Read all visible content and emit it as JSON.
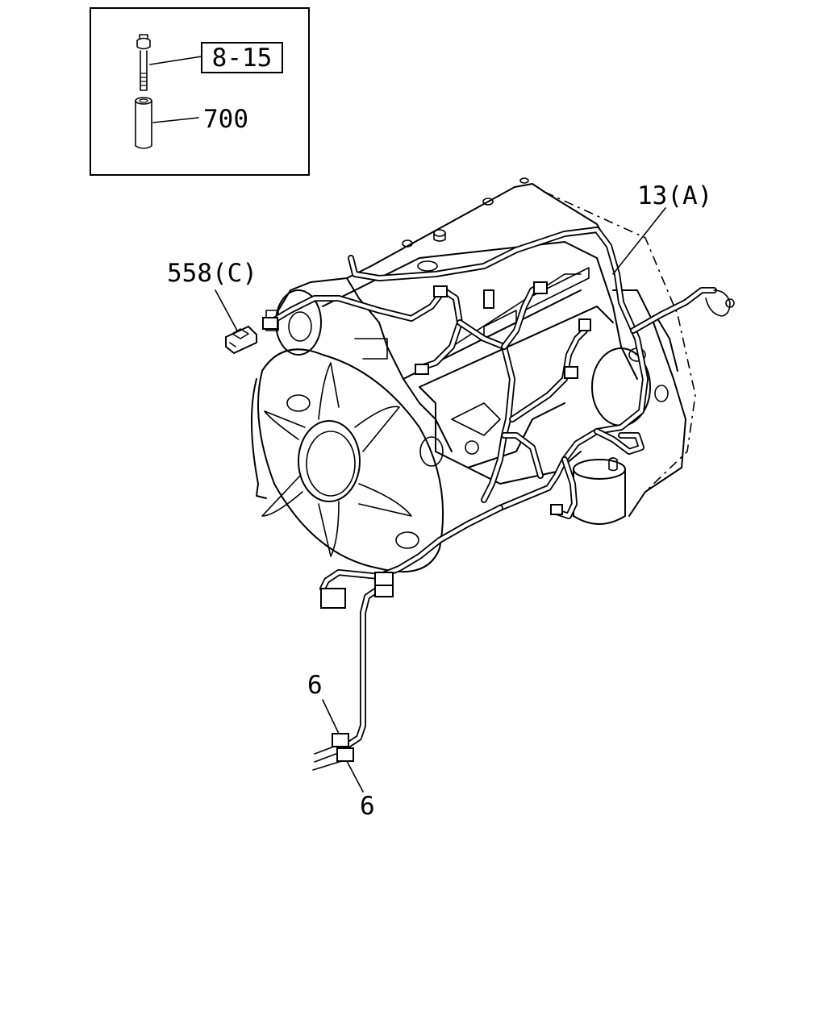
{
  "inset": {
    "ref_label": "8-15",
    "part_label": "700"
  },
  "callouts": {
    "harness": "13(A)",
    "connector": "558(C)",
    "clip_upper": "6",
    "clip_lower": "6"
  }
}
